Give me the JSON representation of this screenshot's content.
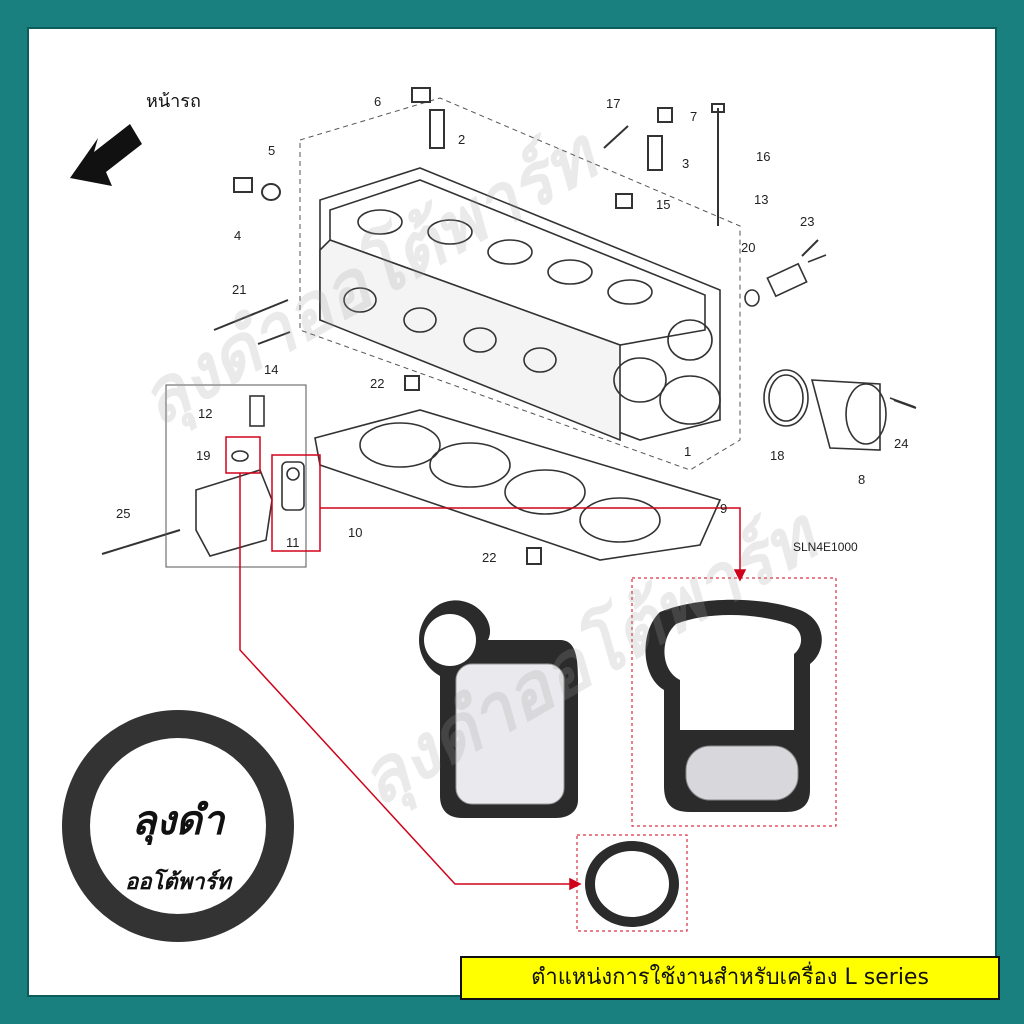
{
  "direction_label": "หน้ารถ",
  "diagram_code": "SLN4E1000",
  "banner_text": "ตำแหน่งการใช้งานสำหรับเครื่อง L series",
  "logo": {
    "name": "ลุงดำ",
    "subtitle": "ออโต้พาร์ท"
  },
  "watermark_text": "ลุงดำออโต้พาร์ท",
  "part_numbers": [
    "1",
    "2",
    "3",
    "4",
    "5",
    "6",
    "7",
    "8",
    "9",
    "10",
    "11",
    "12",
    "13",
    "14",
    "15",
    "16",
    "17",
    "18",
    "19",
    "20",
    "21",
    "22",
    "22",
    "23",
    "24",
    "25"
  ],
  "colors": {
    "background_border": "#1a7f7f",
    "callout_red": "#d0021b",
    "banner_yellow": "#ffff00"
  }
}
